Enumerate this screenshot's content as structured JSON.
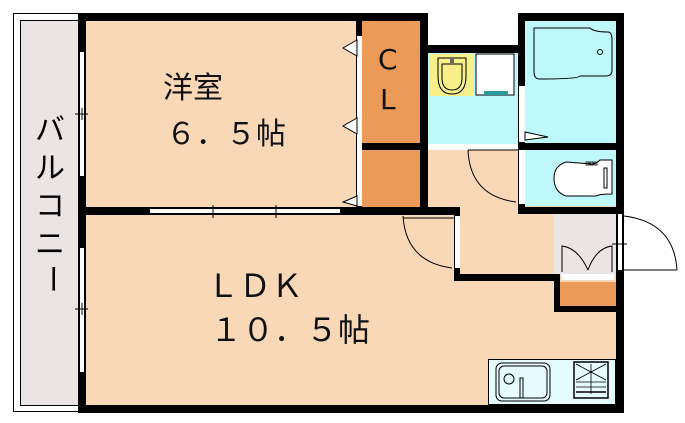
{
  "floorplan": {
    "rooms": {
      "western_room": {
        "name": "洋室",
        "size": "6.5帖",
        "color": "#f9d8b8"
      },
      "ldk": {
        "name": "LDK",
        "size": "10.5帖",
        "color": "#f9d8b8"
      },
      "closet": {
        "name": "CL",
        "color": "#ec9a58"
      },
      "balcony": {
        "name": "バルコニー",
        "color": "#ebe4e4"
      },
      "washroom": {
        "color": "#bff8fb"
      },
      "bathroom": {
        "color": "#bff8fb"
      },
      "toilet": {
        "color": "#bff8fb"
      },
      "entrance": {
        "color": "#ebe4e4"
      },
      "kitchen_counter": {
        "color": "#e6fbfd"
      }
    },
    "labels": {
      "western_room_name": "洋室",
      "western_room_size": "６．５帖",
      "ldk_name": "ＬＤＫ",
      "ldk_size": "１０．５帖",
      "closet_c": "C",
      "closet_l": "L",
      "balcony_chars": [
        "バ",
        "ル",
        "コ",
        "ニ",
        "ー"
      ]
    },
    "colors": {
      "wall": "#000000",
      "room": "#f9d8b8",
      "storage": "#ec9a58",
      "wet": "#bff8fb",
      "balcony": "#ebe4e4",
      "washbasin": "#f7f08a"
    }
  }
}
